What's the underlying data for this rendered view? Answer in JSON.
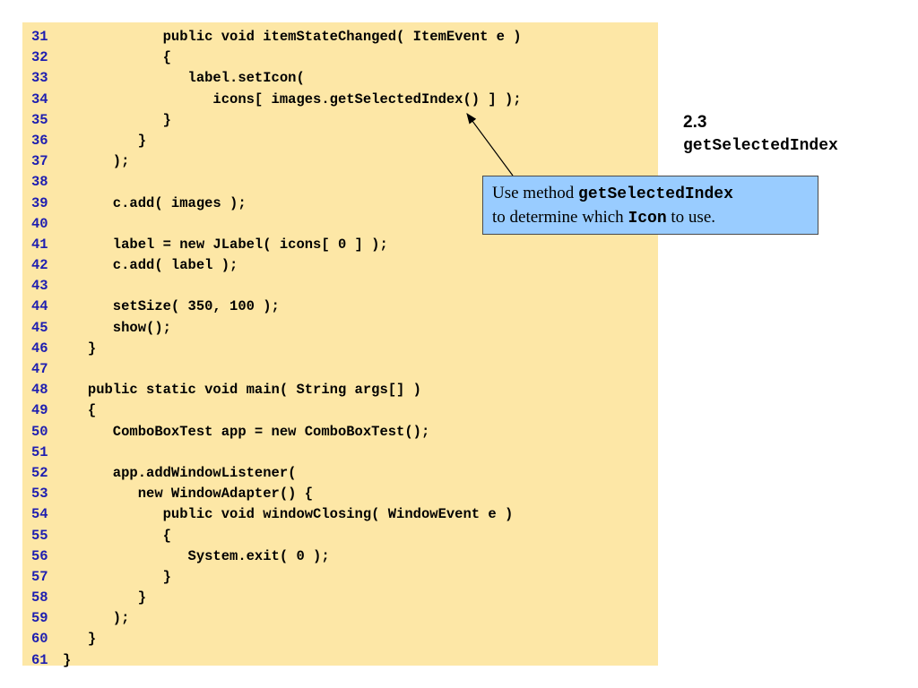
{
  "code": {
    "lines": [
      {
        "no": "31",
        "text": "            public void itemStateChanged( ItemEvent e )"
      },
      {
        "no": "32",
        "text": "            {"
      },
      {
        "no": "33",
        "text": "               label.setIcon("
      },
      {
        "no": "34",
        "text": "                  icons[ images.getSelectedIndex() ] );"
      },
      {
        "no": "35",
        "text": "            }"
      },
      {
        "no": "36",
        "text": "         }"
      },
      {
        "no": "37",
        "text": "      );"
      },
      {
        "no": "38",
        "text": ""
      },
      {
        "no": "39",
        "text": "      c.add( images );"
      },
      {
        "no": "40",
        "text": ""
      },
      {
        "no": "41",
        "text": "      label = new JLabel( icons[ 0 ] );"
      },
      {
        "no": "42",
        "text": "      c.add( label );"
      },
      {
        "no": "43",
        "text": ""
      },
      {
        "no": "44",
        "text": "      setSize( 350, 100 );"
      },
      {
        "no": "45",
        "text": "      show();"
      },
      {
        "no": "46",
        "text": "   }"
      },
      {
        "no": "47",
        "text": ""
      },
      {
        "no": "48",
        "text": "   public static void main( String args[] )"
      },
      {
        "no": "49",
        "text": "   {"
      },
      {
        "no": "50",
        "text": "      ComboBoxTest app = new ComboBoxTest();"
      },
      {
        "no": "51",
        "text": ""
      },
      {
        "no": "52",
        "text": "      app.addWindowListener("
      },
      {
        "no": "53",
        "text": "         new WindowAdapter() {"
      },
      {
        "no": "54",
        "text": "            public void windowClosing( WindowEvent e )"
      },
      {
        "no": "55",
        "text": "            {"
      },
      {
        "no": "56",
        "text": "               System.exit( 0 );"
      },
      {
        "no": "57",
        "text": "            }"
      },
      {
        "no": "58",
        "text": "         }"
      },
      {
        "no": "59",
        "text": "      );"
      },
      {
        "no": "60",
        "text": "   }"
      },
      {
        "no": "61",
        "text": "}"
      }
    ]
  },
  "section": {
    "heading": "2.3",
    "subheading": "getSelectedIndex"
  },
  "callout": {
    "prefix": "Use method ",
    "method": "getSelectedIndex",
    "middle": "to determine which ",
    "type": "Icon",
    "suffix": " to use."
  },
  "colors": {
    "panel_bg": "#fde7a6",
    "line_number": "#1e1eb0",
    "callout_bg": "#99ccff"
  }
}
